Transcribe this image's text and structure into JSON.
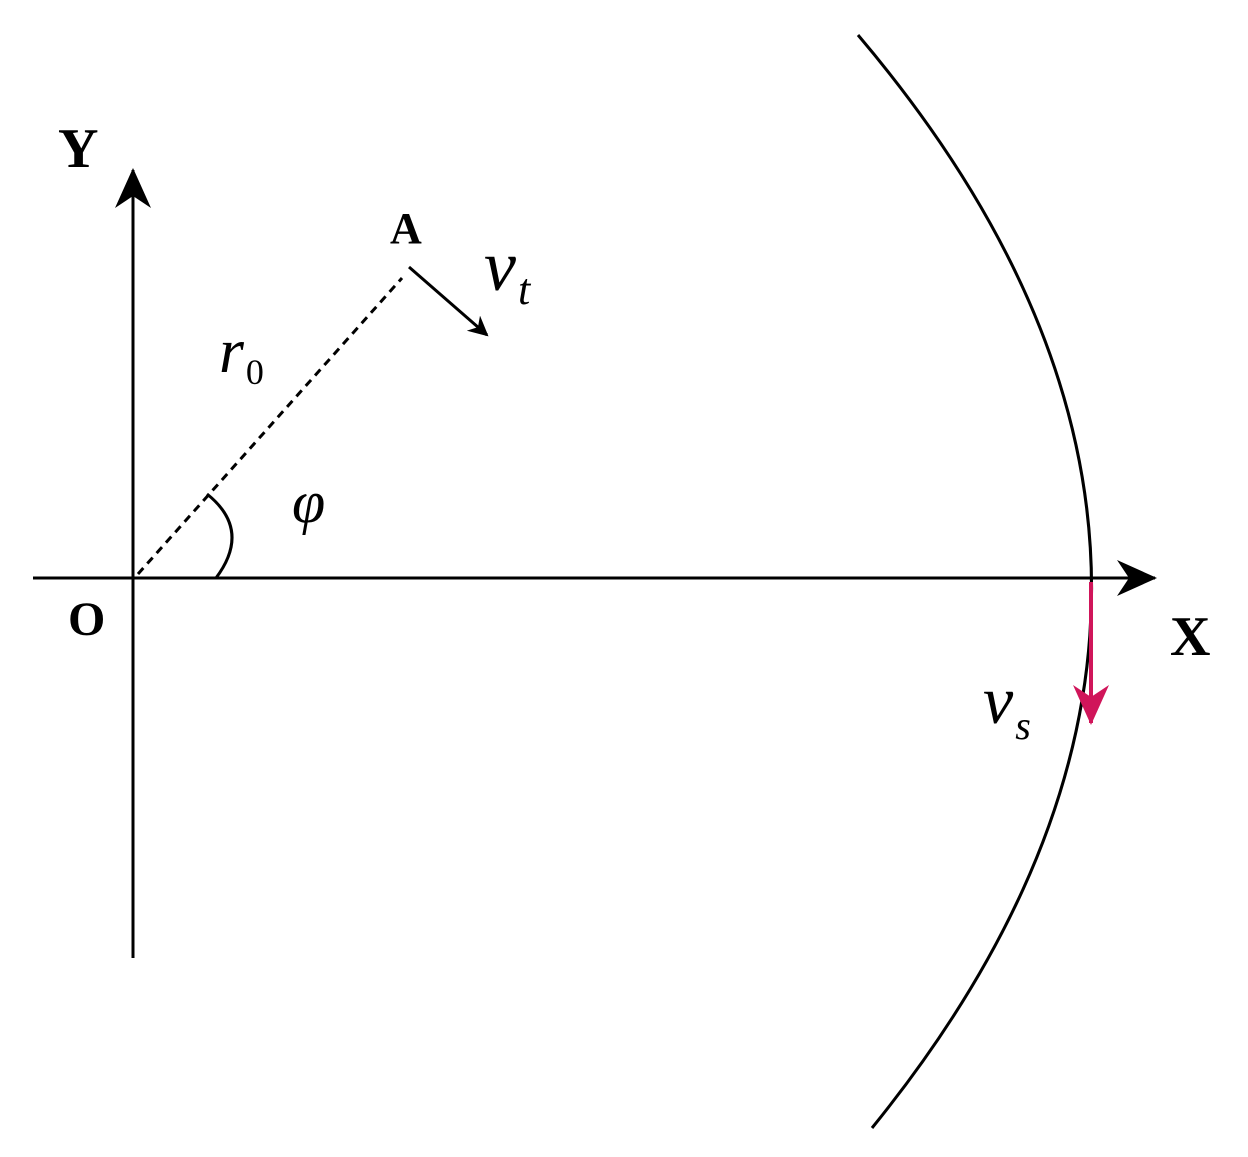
{
  "colors": {
    "ink": "#000000",
    "velocity_s": "#d0155a",
    "background": "#ffffff"
  },
  "labels": {
    "x_axis": "X",
    "y_axis": "Y",
    "origin": "O",
    "point_a": "A",
    "radius_symbol": "r",
    "radius_subscript": "0",
    "angle": "φ",
    "vt_symbol": "v",
    "vt_subscript": "t",
    "vs_symbol": "v",
    "vs_subscript": "s"
  }
}
